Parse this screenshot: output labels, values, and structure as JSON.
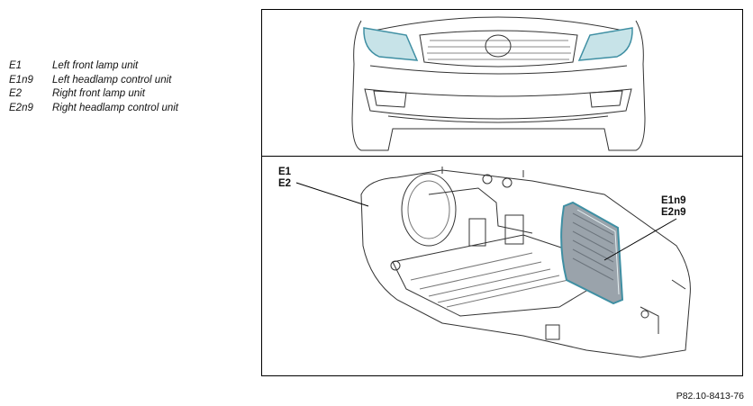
{
  "legend": {
    "items": [
      {
        "code": "E1",
        "text": "Left front lamp unit"
      },
      {
        "code": "E1n9",
        "text": "Left headlamp control unit"
      },
      {
        "code": "E2",
        "text": "Right front lamp unit"
      },
      {
        "code": "E2n9",
        "text": "Right headlamp control unit"
      }
    ]
  },
  "callouts": {
    "lamp_unit": {
      "line1": "E1",
      "line2": "E2"
    },
    "control_unit": {
      "line1": "E1n9",
      "line2": "E2n9"
    }
  },
  "reference": "P82.10-8413-76",
  "colors": {
    "highlight_fill": "#c7e3e8",
    "highlight_stroke": "#3f8fa3",
    "control_unit_fill": "#9aa3ab"
  }
}
